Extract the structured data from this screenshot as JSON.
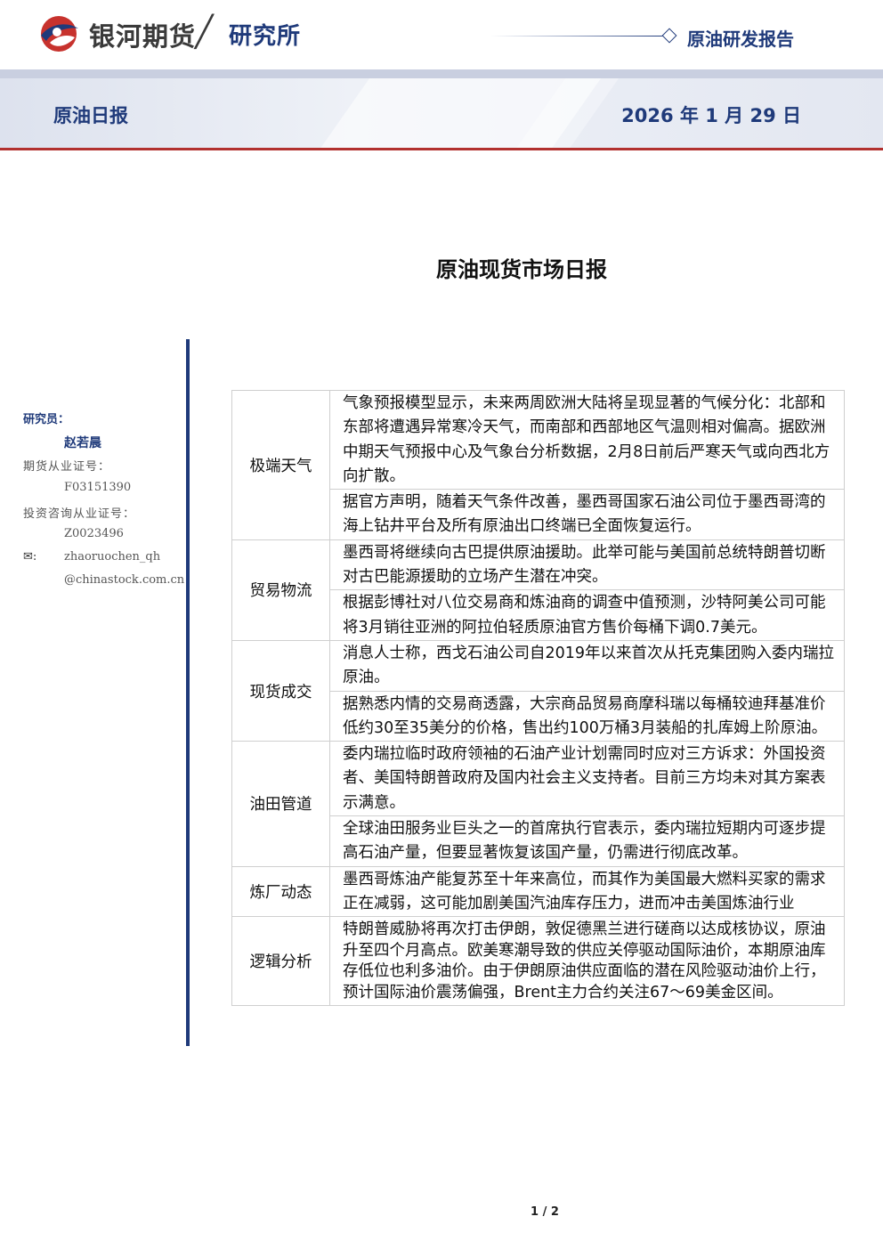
{
  "header": {
    "brand": "银河期货",
    "slash": "╱",
    "institute": "研究所",
    "report_type": "原油研发报告",
    "daily_title": "原油日报",
    "date": "2026 年 1 月 29 日"
  },
  "title": "原油现货市场日报",
  "sidebar": {
    "heading": "研究员：",
    "name": "赵若晨",
    "license_label": "期货从业证号：",
    "license_value": "F03151390",
    "investment_label": "投资咨询从业证号：",
    "investment_value": "Z0023496",
    "email_icon_label": "✉:",
    "email_user": "zhaoruochen_qh",
    "email_domain": "@chinastock.com.cn"
  },
  "table": [
    {
      "category": "极端天气",
      "items": [
        "气象预报模型显示，未来两周欧洲大陆将呈现显著的气候分化：北部和东部将遭遇异常寒冷天气，而南部和西部地区气温则相对偏高。据欧洲中期天气预报中心及气象台分析数据，2月8日前后严寒天气或向西北方向扩散。",
        "据官方声明，随着天气条件改善，墨西哥国家石油公司位于墨西哥湾的海上钻井平台及所有原油出口终端已全面恢复运行。"
      ]
    },
    {
      "category": "贸易物流",
      "items": [
        "墨西哥将继续向古巴提供原油援助。此举可能与美国前总统特朗普切断对古巴能源援助的立场产生潜在冲突。",
        "根据彭博社对八位交易商和炼油商的调查中值预测，沙特阿美公司可能将3月销往亚洲的阿拉伯轻质原油官方售价每桶下调0.7美元。"
      ]
    },
    {
      "category": "现货成交",
      "items": [
        "消息人士称，西戈石油公司自2019年以来首次从托克集团购入委内瑞拉原油。",
        "据熟悉内情的交易商透露，大宗商品贸易商摩科瑞以每桶较迪拜基准价低约30至35美分的价格，售出约100万桶3月装船的扎库姆上阶原油。"
      ]
    },
    {
      "category": "油田管道",
      "items": [
        "委内瑞拉临时政府领袖的石油产业计划需同时应对三方诉求：外国投资者、美国特朗普政府及国内社会主义支持者。目前三方均未对其方案表示满意。",
        "全球油田服务业巨头之一的首席执行官表示，委内瑞拉短期内可逐步提高石油产量，但要显著恢复该国产量，仍需进行彻底改革。"
      ]
    },
    {
      "category": "炼厂动态",
      "items": [
        "墨西哥炼油产能复苏至十年来高位，而其作为美国最大燃料买家的需求正在减弱，这可能加剧美国汽油库存压力，进而冲击美国炼油行业"
      ]
    },
    {
      "category": "逻辑分析",
      "items": [
        "特朗普威胁将再次打击伊朗，敦促德黑兰进行磋商以达成核协议，原油升至四个月高点。欧美寒潮导致的供应关停驱动国际油价，本期原油库存低位也利多油价。由于伊朗原油供应面临的潜在风险驱动油价上行，预计国际油价震荡偏强，Brent主力合约关注67～69美金区间。"
      ]
    }
  ],
  "footer": {
    "page": "1 / 2"
  }
}
